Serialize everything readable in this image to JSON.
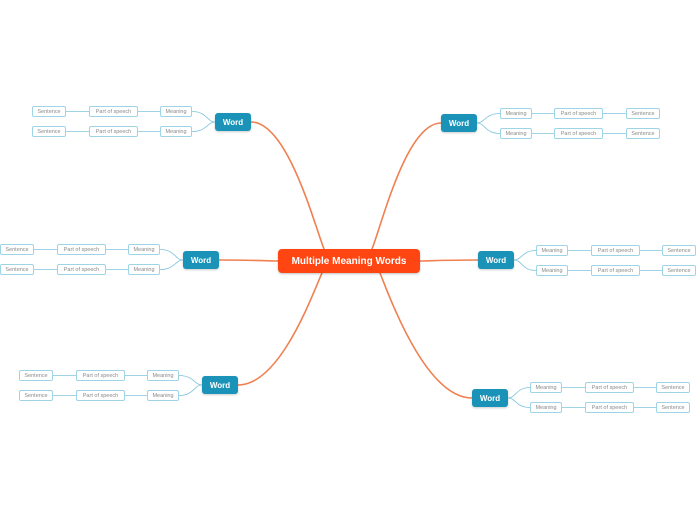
{
  "colors": {
    "center": "#ff4612",
    "word": "#1b93b8",
    "leaf_border": "#9fd3e6",
    "main_line": "#f08050",
    "sub_line": "#7fc4dc"
  },
  "center": {
    "label": "Multiple Meaning Words"
  },
  "branches": [
    {
      "side": "left",
      "label": "Word",
      "rows": [
        {
          "meaning": "Meaning",
          "pos": "Part of speech",
          "sentence": "Sentence"
        },
        {
          "meaning": "Meaning",
          "pos": "Part of speech",
          "sentence": "Sentence"
        }
      ]
    },
    {
      "side": "left",
      "label": "Word",
      "rows": [
        {
          "meaning": "Meaning",
          "pos": "Part of speech",
          "sentence": "Sentence"
        },
        {
          "meaning": "Meaning",
          "pos": "Part of speech",
          "sentence": "Sentence"
        }
      ]
    },
    {
      "side": "left",
      "label": "Word",
      "rows": [
        {
          "meaning": "Meaning",
          "pos": "Part of speech",
          "sentence": "Sentence"
        },
        {
          "meaning": "Meaning",
          "pos": "Part of speech",
          "sentence": "Sentence"
        }
      ]
    },
    {
      "side": "right",
      "label": "Word",
      "rows": [
        {
          "meaning": "Meaning",
          "pos": "Part of speech",
          "sentence": "Sentence"
        },
        {
          "meaning": "Meaning",
          "pos": "Part of speech",
          "sentence": "Sentence"
        }
      ]
    },
    {
      "side": "right",
      "label": "Word",
      "rows": [
        {
          "meaning": "Meaning",
          "pos": "Part of speech",
          "sentence": "Sentence"
        },
        {
          "meaning": "Meaning",
          "pos": "Part of speech",
          "sentence": "Sentence"
        }
      ]
    },
    {
      "side": "right",
      "label": "Word",
      "rows": [
        {
          "meaning": "Meaning",
          "pos": "Part of speech",
          "sentence": "Sentence"
        },
        {
          "meaning": "Meaning",
          "pos": "Part of speech",
          "sentence": "Sentence"
        }
      ]
    }
  ]
}
